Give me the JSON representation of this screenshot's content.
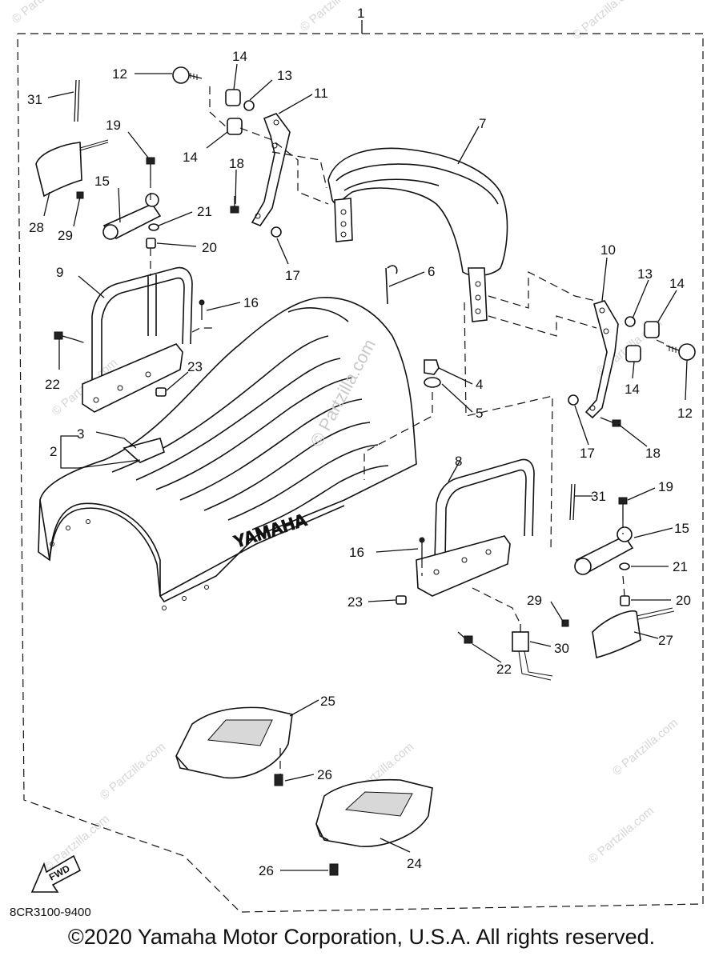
{
  "diagram": {
    "fwd_label": "FWD",
    "drawing_code": "8CR3100-9400",
    "brand_text": "YAMAHA",
    "watermark_center": "© Partzilla.com",
    "watermark_small": "© Partzilla.com"
  },
  "labels": {
    "l1": "1",
    "l2": "2",
    "l3": "3",
    "l4": "4",
    "l5": "5",
    "l6": "6",
    "l7": "7",
    "l8": "8",
    "l9": "9",
    "l10": "10",
    "l11": "11",
    "l12a": "12",
    "l12b": "12",
    "l13a": "13",
    "l13b": "13",
    "l14a": "14",
    "l14b": "14",
    "l14c": "14",
    "l14d": "14",
    "l15a": "15",
    "l15b": "15",
    "l16a": "16",
    "l16b": "16",
    "l17a": "17",
    "l17b": "17",
    "l18a": "18",
    "l18b": "18",
    "l19a": "19",
    "l19b": "19",
    "l20a": "20",
    "l20b": "20",
    "l21a": "21",
    "l21b": "21",
    "l22a": "22",
    "l22b": "22",
    "l23a": "23",
    "l23b": "23",
    "l24": "24",
    "l25": "25",
    "l26a": "26",
    "l26b": "26",
    "l27": "27",
    "l28": "28",
    "l29a": "29",
    "l29b": "29",
    "l30": "30",
    "l31a": "31",
    "l31b": "31"
  },
  "footer": {
    "copyright": "©2020 Yamaha Motor Corporation, U.S.A. All rights reserved."
  }
}
